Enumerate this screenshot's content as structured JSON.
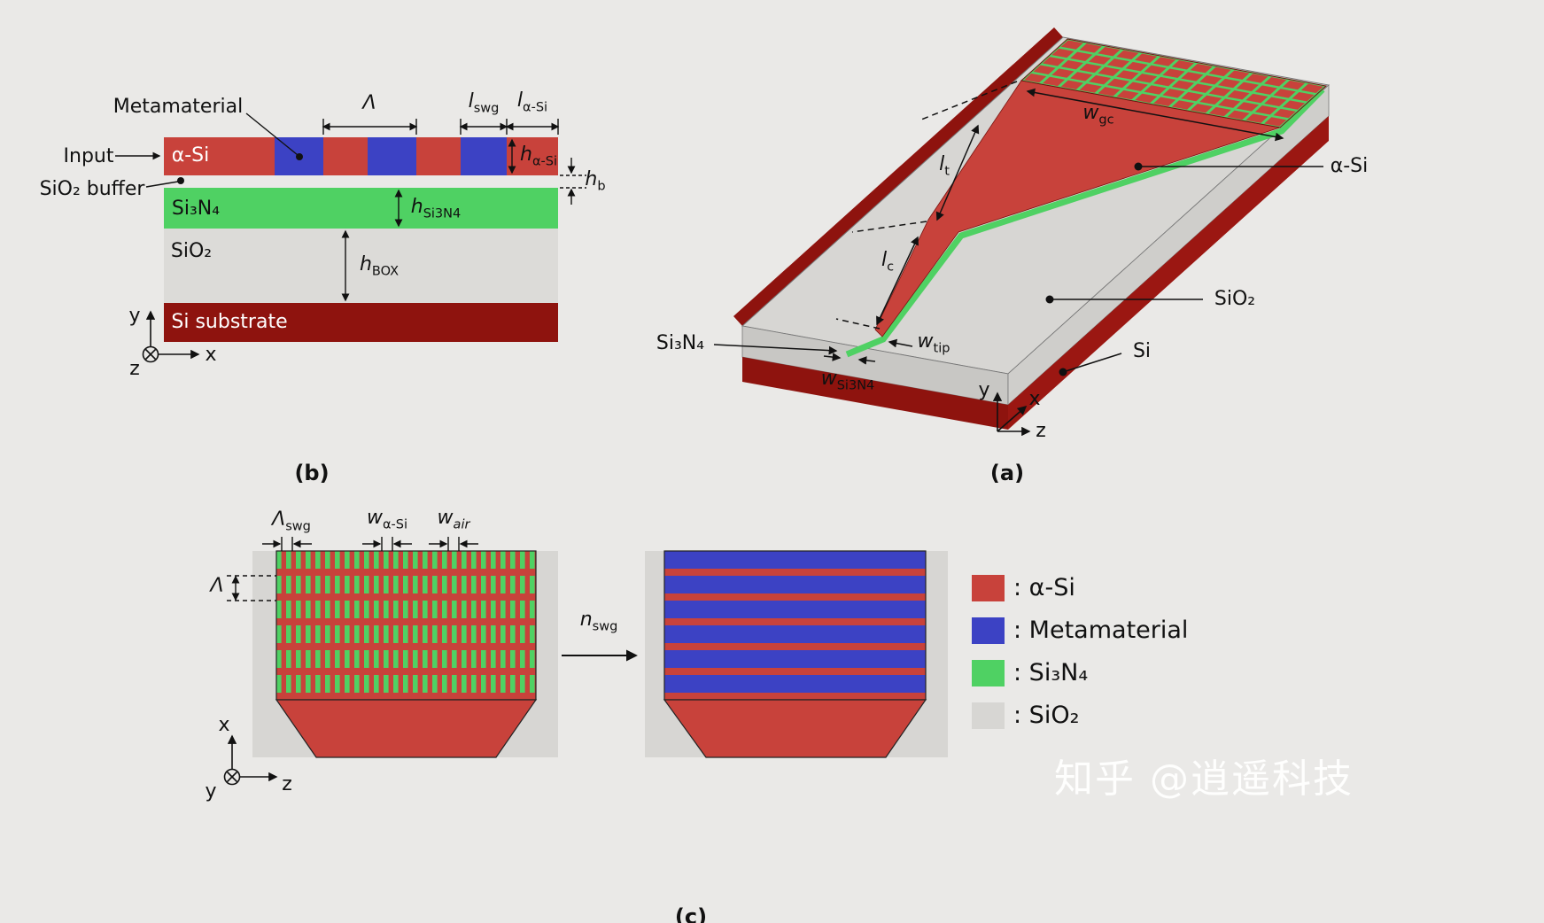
{
  "colors": {
    "background": "#eae9e7",
    "alpha_si": "#c8423b",
    "metamaterial": "#3c42c4",
    "si3n4": "#4fd163",
    "sio2": "#d7d6d3",
    "si_substrate": "#8e130e",
    "line": "#111111"
  },
  "watermark": "知乎 @逍遥科技",
  "legend": {
    "items": [
      {
        "label": ": α-Si"
      },
      {
        "label": ": Metamaterial"
      },
      {
        "label": ": Si₃N₄"
      },
      {
        "label": ": SiO₂"
      }
    ]
  },
  "panel_a": {
    "caption": "(a)",
    "material_labels": {
      "si3n4": "Si₃N₄",
      "alpha_si": "α-Si",
      "sio2": "SiO₂",
      "si": "Si"
    },
    "dims": {
      "w_gc": {
        "main": "w",
        "sub": "gc"
      },
      "l_t": {
        "main": "l",
        "sub": "t"
      },
      "l_c": {
        "main": "l",
        "sub": "c"
      },
      "w_tip": {
        "main": "w",
        "sub": "tip"
      },
      "w_si3n4": {
        "main": "w",
        "sub": "Si3N4"
      }
    },
    "axes": {
      "x": "x",
      "y": "y",
      "z": "z"
    }
  },
  "panel_b": {
    "caption": "(b)",
    "annotations": {
      "metamaterial": "Metamaterial",
      "input": "Input",
      "sio2_buffer": "SiO₂ buffer"
    },
    "layers": {
      "alpha_si": "α-Si",
      "si3n4": "Si₃N₄",
      "sio2": "SiO₂",
      "si_substrate": "Si substrate"
    },
    "dims": {
      "lambda": {
        "main": "Λ",
        "sub": ""
      },
      "l_swg": {
        "main": "l",
        "sub": "swg"
      },
      "l_alpha_si": {
        "main": "l",
        "sub": "α-Si"
      },
      "h_alpha_si": {
        "main": "h",
        "sub": "α-Si"
      },
      "h_b": {
        "main": "h",
        "sub": "b"
      },
      "h_si3n4": {
        "main": "h",
        "sub": "Si3N4"
      },
      "h_box": {
        "main": "h",
        "sub": "BOX"
      }
    },
    "axes": {
      "x": "x",
      "y": "y",
      "z": "z"
    }
  },
  "panel_c": {
    "caption": "(c)",
    "dims": {
      "lambda_swg": {
        "main": "Λ",
        "sub": "swg"
      },
      "w_alpha_si": {
        "main": "w",
        "sub": "α-Si"
      },
      "w_air": {
        "main": "w",
        "sub": "air"
      },
      "lambda": {
        "main": "Λ",
        "sub": ""
      },
      "n_swg": {
        "main": "n",
        "sub": "swg"
      }
    },
    "axes": {
      "x": "x",
      "y": "y",
      "z": "z"
    }
  }
}
